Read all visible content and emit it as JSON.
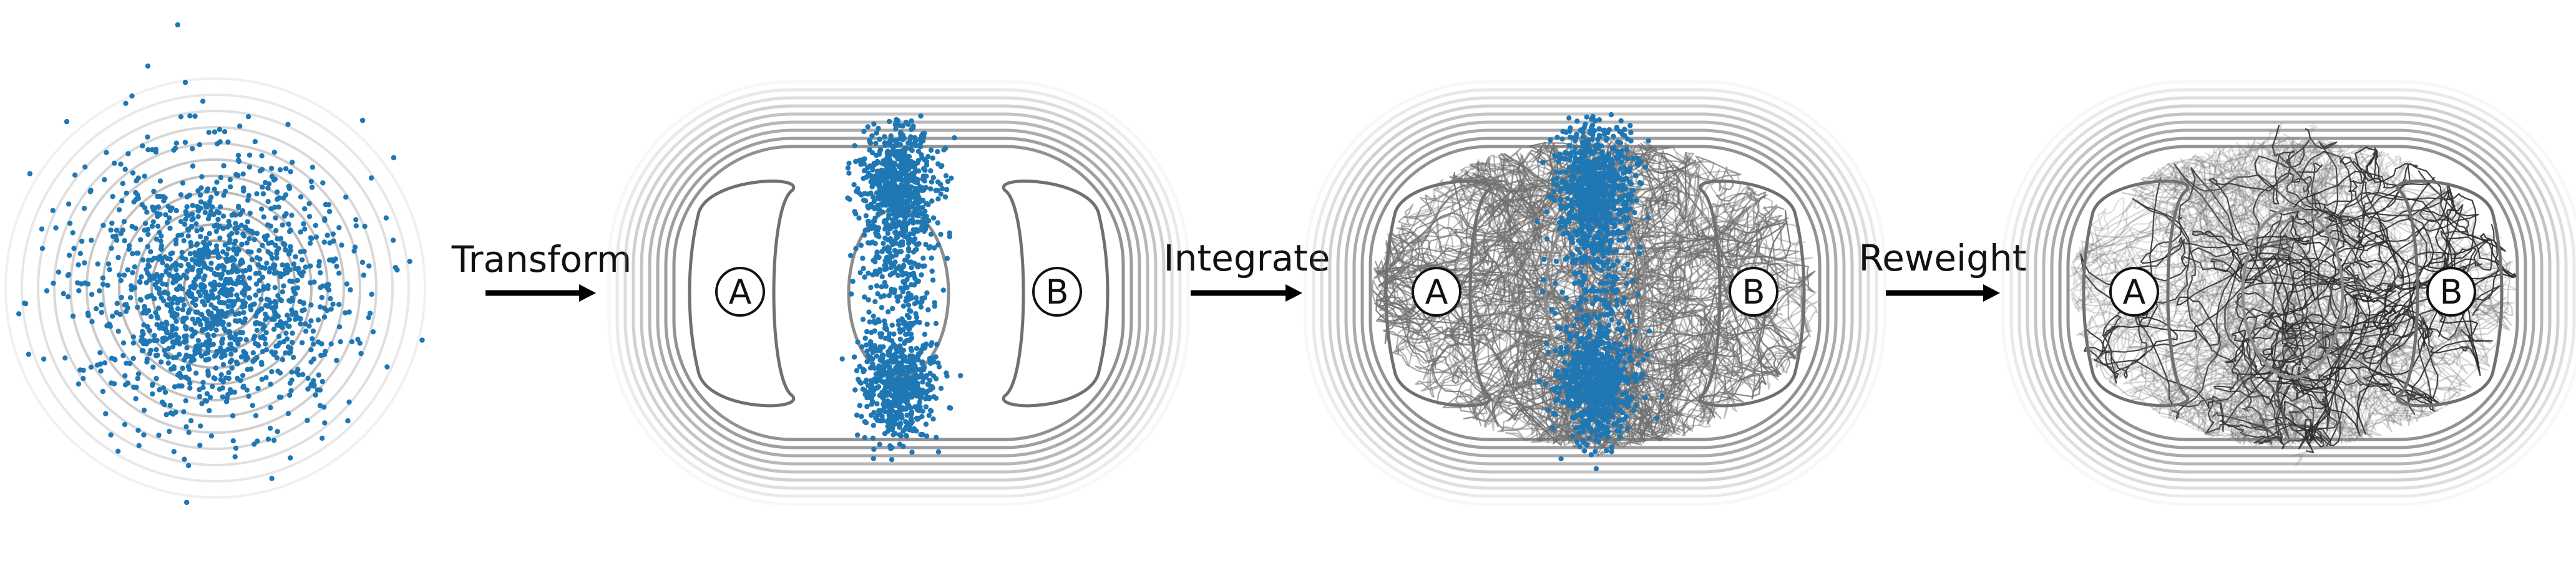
{
  "steps": [
    {
      "label": "Transform"
    },
    {
      "label": "Integrate"
    },
    {
      "label": "Reweight"
    }
  ],
  "states": {
    "a": "A",
    "b": "B"
  },
  "colors": {
    "samples": "#1f77b4",
    "contours": "#8c8c8c",
    "paths": "#6f6f6f",
    "arrow": "#000000"
  }
}
